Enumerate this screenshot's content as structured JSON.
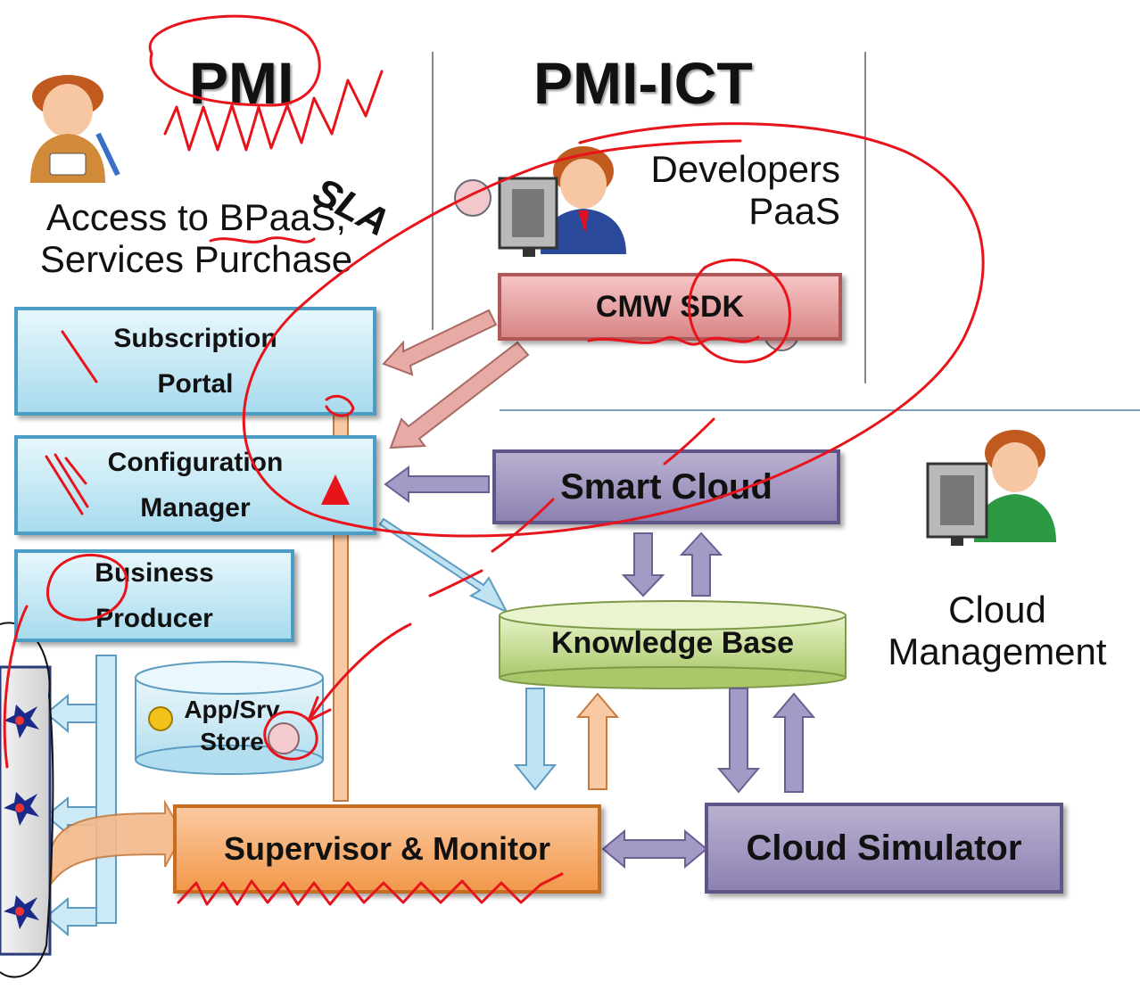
{
  "headers": {
    "left": "PMI",
    "right": "PMI-ICT"
  },
  "annotations": {
    "sla": "SLA"
  },
  "actors": {
    "business_user_caption": [
      "Access to BPaaS,",
      "Services Purchase"
    ],
    "developer_caption": [
      "Developers",
      "PaaS"
    ],
    "cloud_manager_caption": [
      "Cloud",
      "Management"
    ]
  },
  "components": {
    "subscription_portal": [
      "Subscription",
      "Portal"
    ],
    "configuration_manager": [
      "Configuration",
      "Manager"
    ],
    "business_producer": [
      "Business",
      "Producer"
    ],
    "cmw_sdk": "CMW SDK",
    "smart_cloud": "Smart Cloud",
    "knowledge_base": "Knowledge Base",
    "app_store": [
      "App/Srv",
      "Store"
    ],
    "supervisor_monitor": "Supervisor & Monitor",
    "cloud_simulator": "Cloud Simulator"
  },
  "colors": {
    "red_ink": "#e8141c",
    "blue_box": "#a8dbee",
    "pink_box": "#d88686",
    "purple_box": "#8d82b2",
    "orange_box": "#f2994c",
    "green_db": "#c5dc8c"
  }
}
